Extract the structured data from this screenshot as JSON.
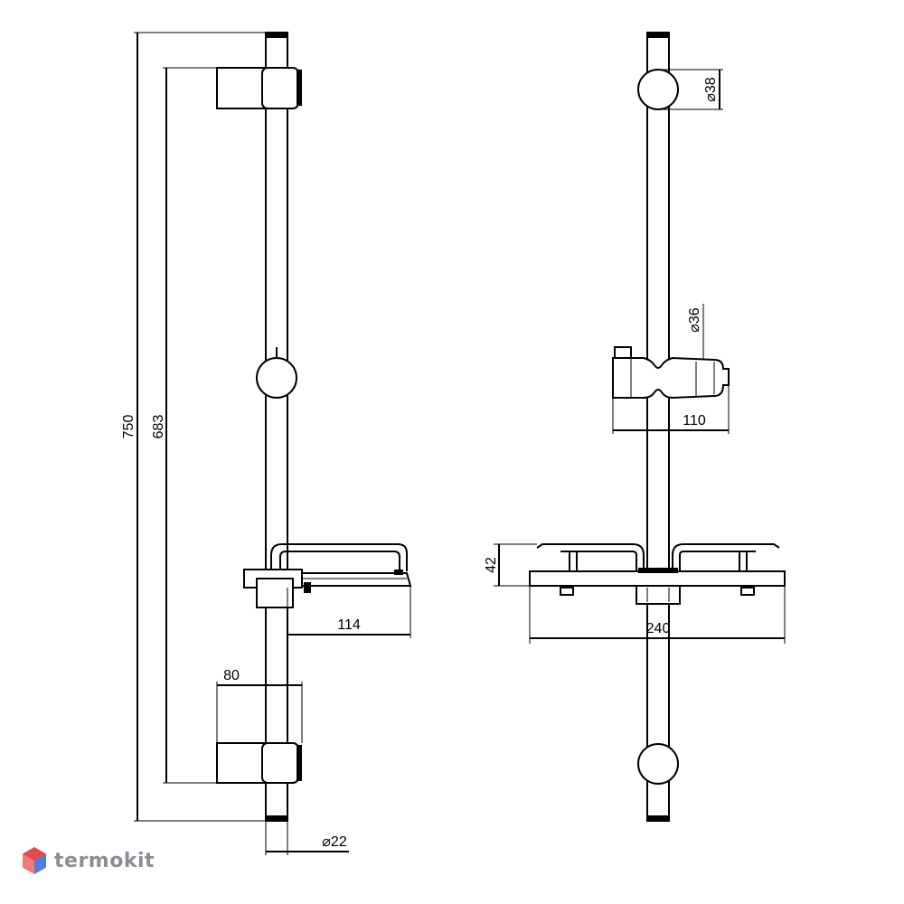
{
  "dimensions": {
    "total_height": "750",
    "mount_distance": "683",
    "tray_depth": "114",
    "bracket_depth": "80",
    "rail_diameter": "⌀22",
    "top_bracket_diameter": "⌀38",
    "holder_diameter": "⌀36",
    "holder_width": "110",
    "tray_height": "42",
    "tray_width": "240"
  },
  "watermark": {
    "brand": "termokit",
    "logo_colors": [
      "#e5484d",
      "#4f7fd9"
    ]
  }
}
